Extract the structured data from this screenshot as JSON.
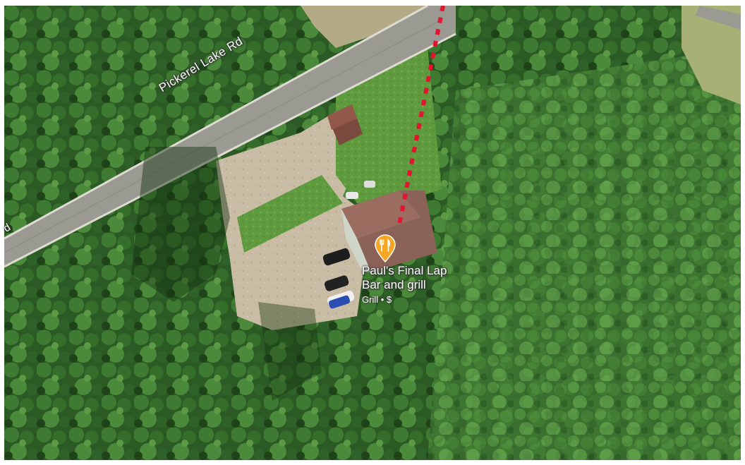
{
  "map": {
    "view": "satellite",
    "road_label": "Pickerel Lake Rd",
    "road_label_fragment": "d",
    "route_line_color": "#e3142f",
    "poi": {
      "icon": "restaurant-pin-icon",
      "pin_color": "#f5a623",
      "name_line1": "Paul's Final Lap",
      "name_line2": "Bar and grill",
      "category": "Grill",
      "separator": "•",
      "price": "$"
    }
  }
}
